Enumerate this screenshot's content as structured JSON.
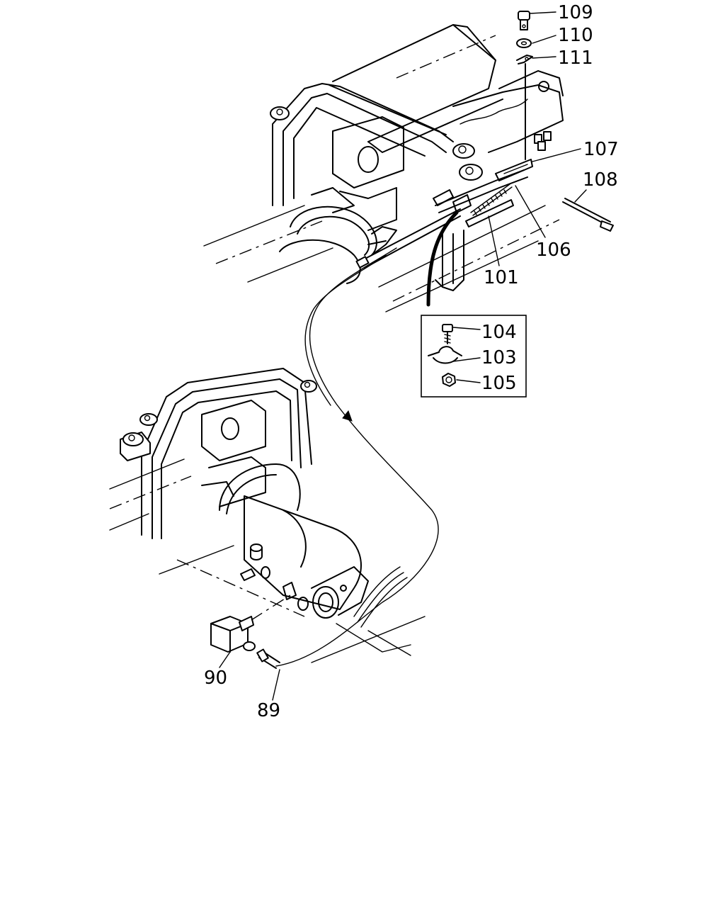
{
  "diagram": {
    "callouts": [
      {
        "id": "c109",
        "label": "109"
      },
      {
        "id": "c110",
        "label": "110"
      },
      {
        "id": "c111",
        "label": "111"
      },
      {
        "id": "c107",
        "label": "107"
      },
      {
        "id": "c108",
        "label": "108"
      },
      {
        "id": "c106",
        "label": "106"
      },
      {
        "id": "c101",
        "label": "101"
      },
      {
        "id": "c104",
        "label": "104"
      },
      {
        "id": "c103",
        "label": "103"
      },
      {
        "id": "c105",
        "label": "105"
      },
      {
        "id": "c90",
        "label": "90"
      },
      {
        "id": "c89",
        "label": "89"
      }
    ]
  }
}
